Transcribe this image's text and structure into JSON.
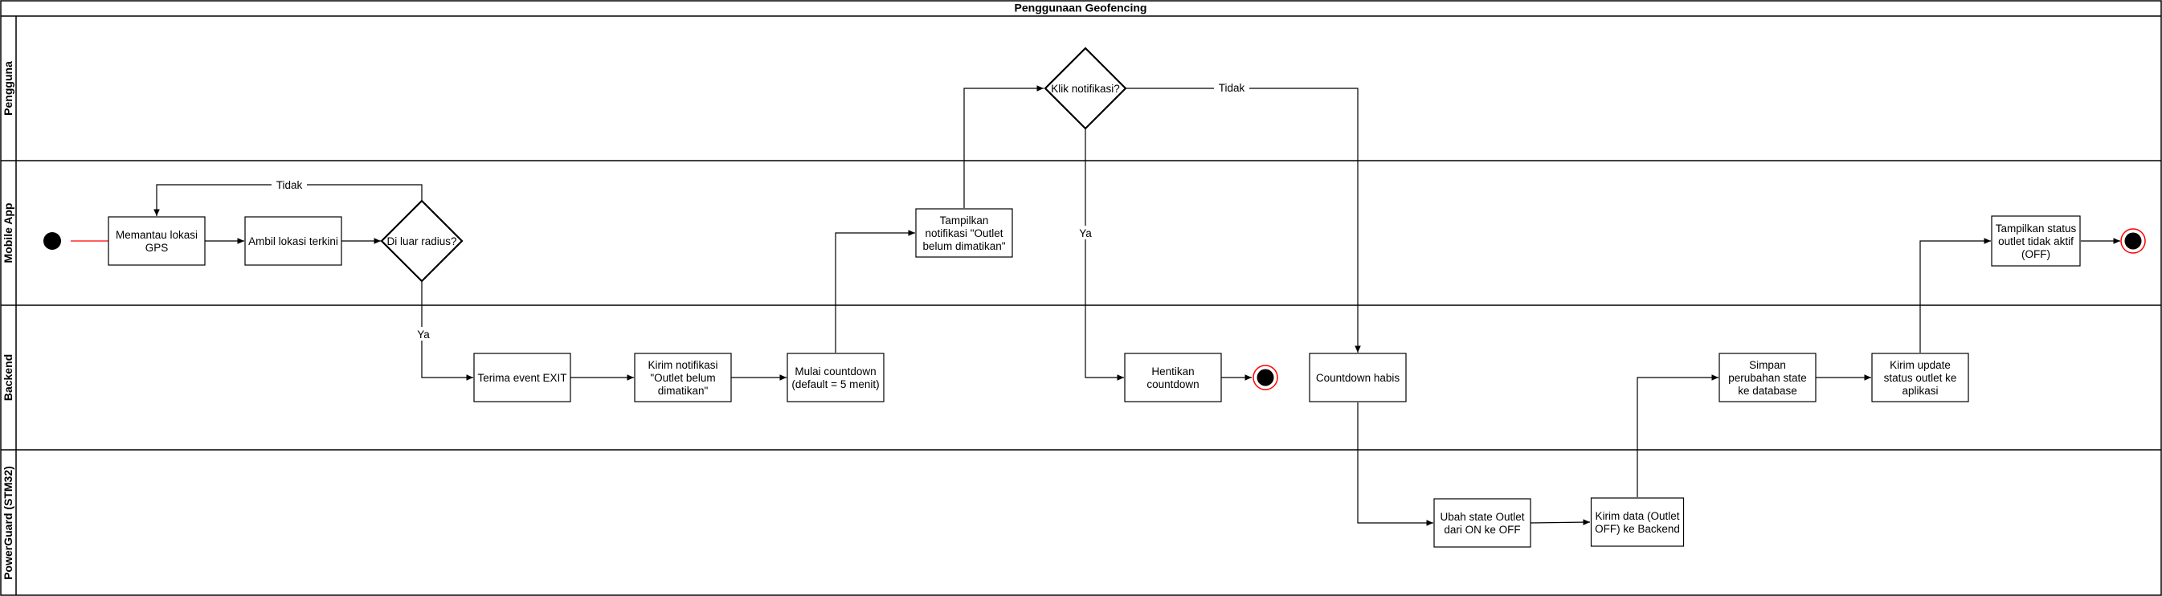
{
  "title": "Penggunaan Geofencing",
  "lanes": [
    {
      "id": "pengguna",
      "label": "Pengguna"
    },
    {
      "id": "mobile",
      "label": "Mobile App"
    },
    {
      "id": "backend",
      "label": "Backend"
    },
    {
      "id": "powerguard",
      "label": "PowerGuard (STM32)"
    }
  ],
  "nodes": {
    "start": {
      "type": "start"
    },
    "monitor_gps": {
      "lines": [
        "Memantau lokasi",
        "GPS"
      ]
    },
    "ambil_lokasi": {
      "lines": [
        "Ambil lokasi terkini"
      ]
    },
    "di_luar_radius": {
      "type": "decision",
      "lines": [
        "Di luar radius?"
      ]
    },
    "terima_exit": {
      "lines": [
        "Terima event EXIT"
      ]
    },
    "kirim_notif": {
      "lines": [
        "Kirim notifikasi",
        "\"Outlet belum",
        "dimatikan\""
      ]
    },
    "mulai_countdown": {
      "lines": [
        "Mulai countdown",
        "(default = 5 menit)"
      ]
    },
    "tampilkan_notif": {
      "lines": [
        "Tampilkan",
        "notifikasi \"Outlet",
        "belum dimatikan\""
      ]
    },
    "klik_notif": {
      "type": "decision",
      "lines": [
        "Klik notifikasi?"
      ]
    },
    "hentikan_countdown": {
      "lines": [
        "Hentikan",
        "countdown"
      ]
    },
    "end_backend": {
      "type": "end"
    },
    "countdown_habis": {
      "lines": [
        "Countdown habis"
      ]
    },
    "ubah_state": {
      "lines": [
        "Ubah state Outlet",
        "dari ON ke OFF"
      ]
    },
    "kirim_data": {
      "lines": [
        "Kirim data (Outlet",
        "OFF) ke Backend"
      ]
    },
    "simpan_perubahan": {
      "lines": [
        "Simpan",
        "perubahan state",
        "ke database"
      ]
    },
    "kirim_update": {
      "lines": [
        "Kirim update",
        "status outlet ke",
        "aplikasi"
      ]
    },
    "tampilkan_status": {
      "lines": [
        "Tampilkan status",
        "outlet tidak aktif",
        "(OFF)"
      ]
    },
    "end_mobile": {
      "type": "end"
    }
  },
  "edges": [
    {
      "from": "start",
      "to": "monitor_gps"
    },
    {
      "from": "monitor_gps",
      "to": "ambil_lokasi"
    },
    {
      "from": "ambil_lokasi",
      "to": "di_luar_radius"
    },
    {
      "from": "di_luar_radius",
      "to": "monitor_gps",
      "label": "Tidak"
    },
    {
      "from": "di_luar_radius",
      "to": "terima_exit",
      "label": "Ya"
    },
    {
      "from": "terima_exit",
      "to": "kirim_notif"
    },
    {
      "from": "kirim_notif",
      "to": "mulai_countdown"
    },
    {
      "from": "mulai_countdown",
      "to": "tampilkan_notif"
    },
    {
      "from": "tampilkan_notif",
      "to": "klik_notif"
    },
    {
      "from": "klik_notif",
      "to": "hentikan_countdown",
      "label": "Ya"
    },
    {
      "from": "klik_notif",
      "to": "countdown_habis",
      "label": "Tidak"
    },
    {
      "from": "hentikan_countdown",
      "to": "end_backend"
    },
    {
      "from": "countdown_habis",
      "to": "ubah_state"
    },
    {
      "from": "ubah_state",
      "to": "kirim_data"
    },
    {
      "from": "kirim_data",
      "to": "simpan_perubahan"
    },
    {
      "from": "simpan_perubahan",
      "to": "kirim_update"
    },
    {
      "from": "kirim_update",
      "to": "tampilkan_status"
    },
    {
      "from": "tampilkan_status",
      "to": "end_mobile"
    }
  ]
}
